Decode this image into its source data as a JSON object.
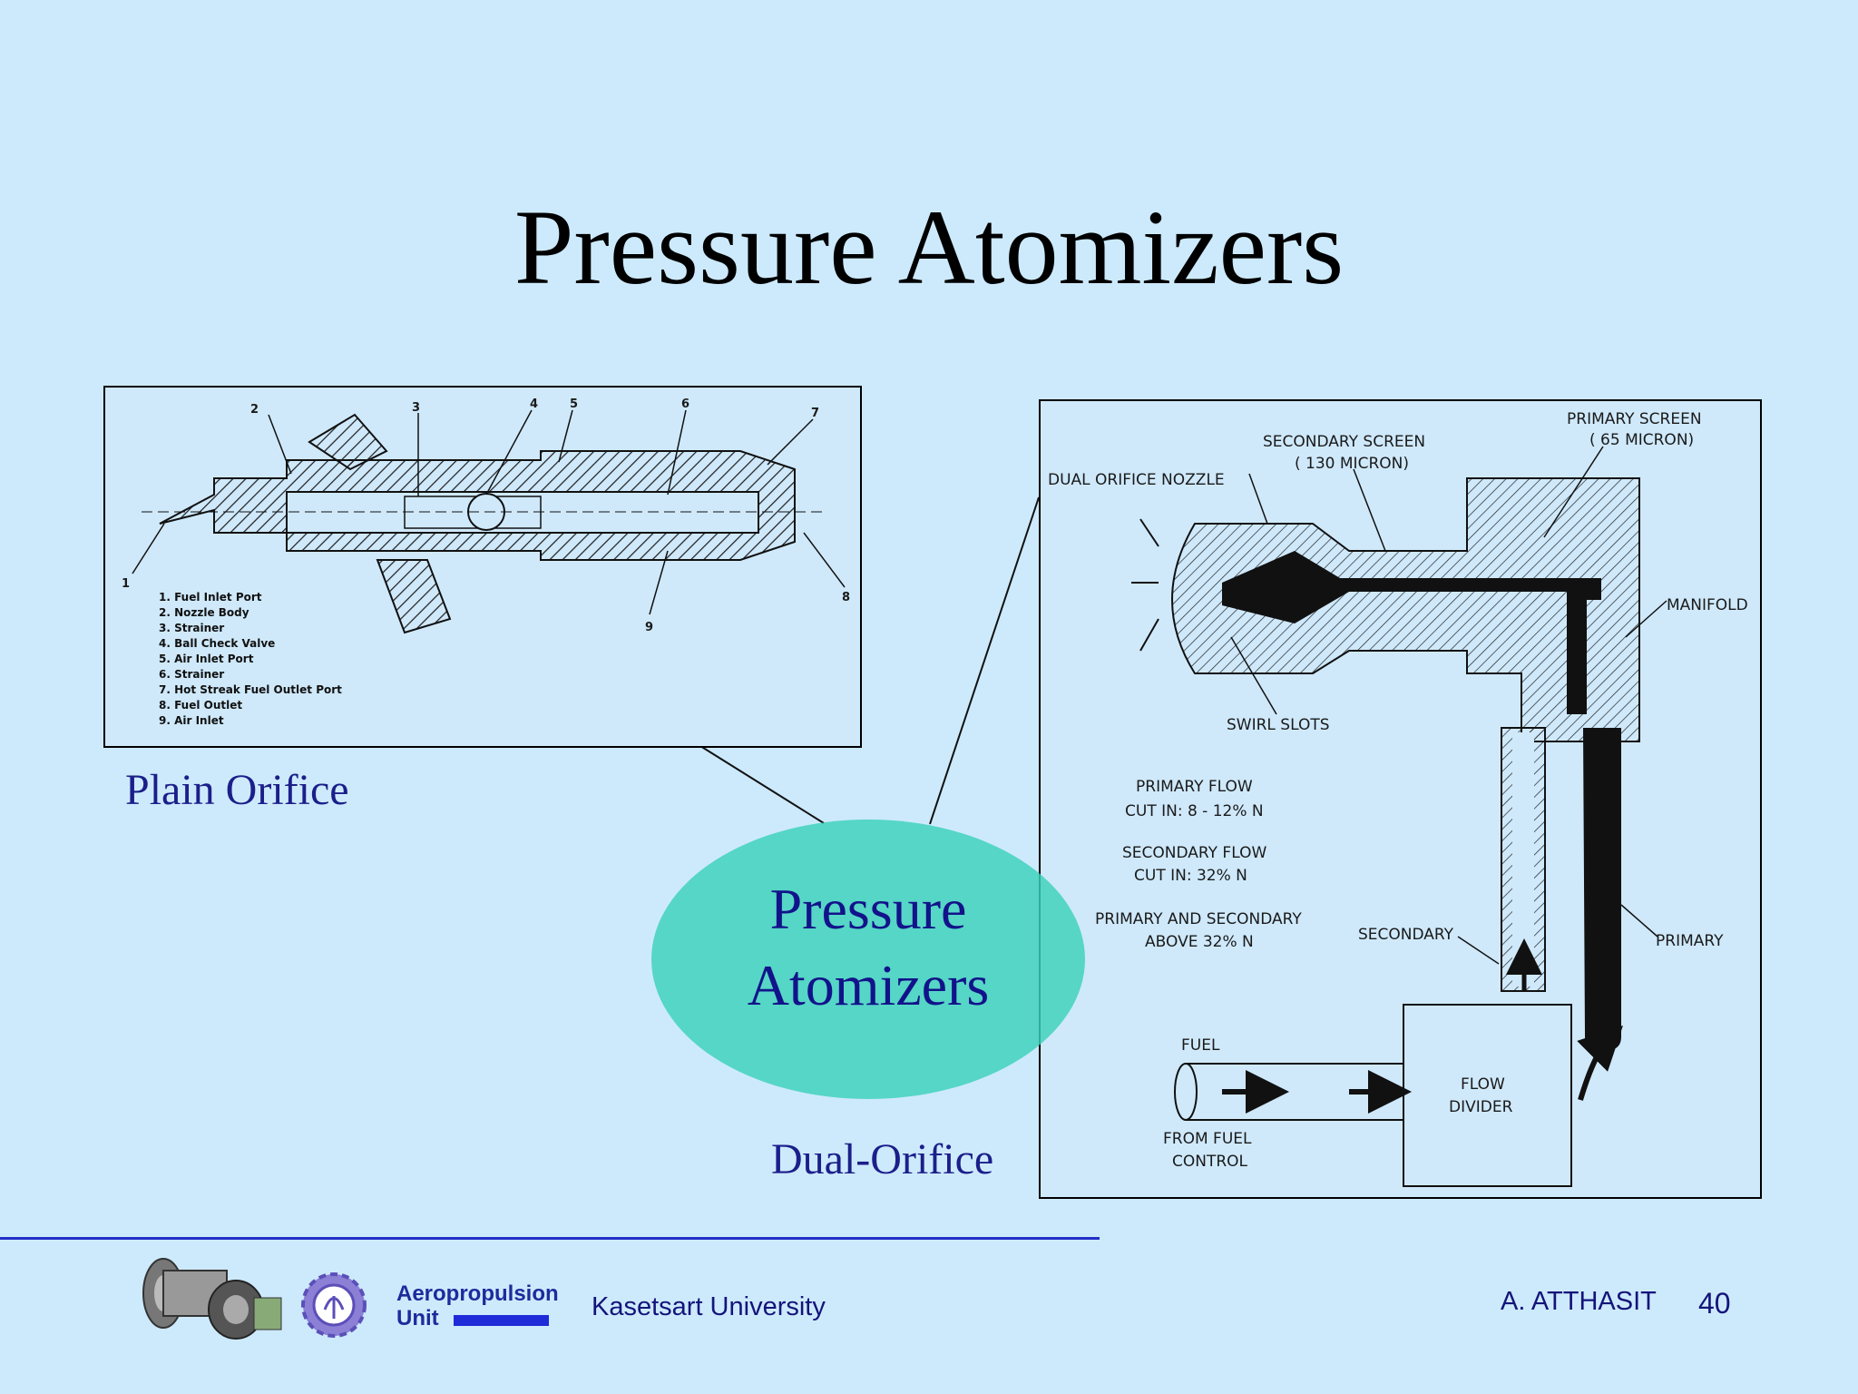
{
  "slide": {
    "title": "Pressure Atomizers",
    "center_label": "Pressure\nAtomizers",
    "caption_left": "Plain Orifice",
    "caption_right": "Dual-Orifice"
  },
  "plain_orifice": {
    "part_numbers": [
      "1",
      "2",
      "3",
      "4",
      "5",
      "6",
      "7",
      "8",
      "9"
    ],
    "legend": [
      "1. Fuel Inlet Port",
      "2. Nozzle Body",
      "3. Strainer",
      "4. Ball Check Valve",
      "5. Air Inlet Port",
      "6. Strainer",
      "7. Hot Streak Fuel Outlet Port",
      "8. Fuel Outlet",
      "9. Air Inlet"
    ]
  },
  "dual_orifice": {
    "labels": {
      "primary_screen": "PRIMARY SCREEN",
      "primary_screen_size": "( 65 MICRON)",
      "secondary_screen": "SECONDARY SCREEN",
      "secondary_screen_size": "( 130 MICRON)",
      "dual_orifice_nozzle": "DUAL ORIFICE NOZZLE",
      "manifold": "MANIFOLD",
      "swirl_slots": "SWIRL SLOTS",
      "primary_flow": "PRIMARY FLOW",
      "primary_cut_in": "CUT IN: 8 - 12% N",
      "secondary_flow": "SECONDARY FLOW",
      "secondary_cut_in": "CUT IN: 32% N",
      "primary_and_secondary": "PRIMARY AND SECONDARY",
      "above": "ABOVE 32% N",
      "secondary": "SECONDARY",
      "primary": "PRIMARY",
      "fuel": "FUEL",
      "from_fuel": "FROM FUEL",
      "control": "CONTROL",
      "flow": "FLOW",
      "divider": "DIVIDER"
    }
  },
  "footer": {
    "unit_line1": "Aeropropulsion",
    "unit_line2": "Unit",
    "university": "Kasetsart University",
    "author": "A. ATTHASIT",
    "page_number": "40"
  },
  "colors": {
    "background": "#cdeafc",
    "accent_line": "#2330c8",
    "ellipse": "#3cd2b9",
    "caption": "#1b1f8a"
  },
  "icons": [
    "turbine-engine-logo",
    "gear-emblem-logo"
  ]
}
